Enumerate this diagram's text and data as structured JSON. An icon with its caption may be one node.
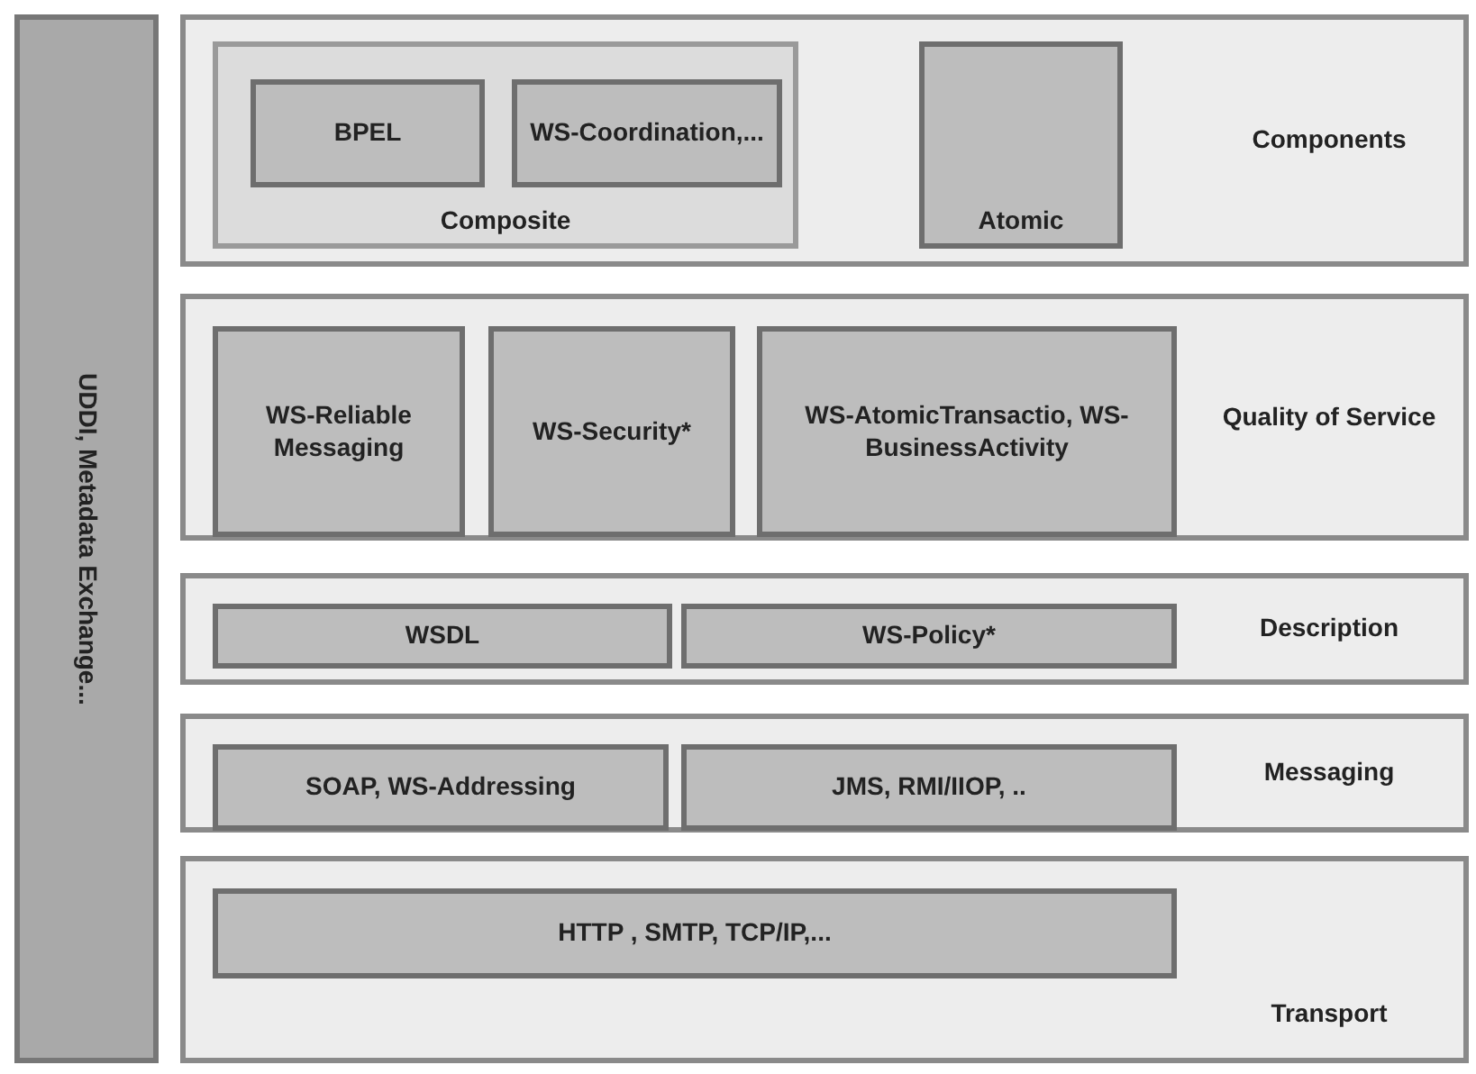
{
  "diagram": {
    "nodes": [
      {
        "text": [
          "UDDI, Metadata Exchange..."
        ]
      },
      {
        "text": [
          "Components"
        ]
      },
      {
        "text": [
          "Composite"
        ],
        "in": 1
      },
      {
        "text": [
          "BPEL"
        ],
        "in": 2
      },
      {
        "text": [
          "WS-Coordination,..."
        ],
        "in": 2
      },
      {
        "text": [
          "Atomic"
        ],
        "in": 1
      },
      {
        "text": [
          "Quality of Service"
        ]
      },
      {
        "text": [
          "WS-Reliable Messaging"
        ],
        "in": 6
      },
      {
        "text": [
          "WS-Security*"
        ],
        "in": 6
      },
      {
        "text": [
          "WS-AtomicTransactio, WS-BusinessActivity"
        ],
        "in": 6
      },
      {
        "text": [
          "Description"
        ]
      },
      {
        "text": [
          "WSDL"
        ],
        "in": 10
      },
      {
        "text": [
          "WS-Policy*"
        ],
        "in": 10
      },
      {
        "text": [
          "Messaging"
        ]
      },
      {
        "text": [
          "SOAP, WS-Addressing"
        ],
        "in": 13
      },
      {
        "text": [
          "JMS, RMI/IIOP, .."
        ],
        "in": 13
      },
      {
        "text": [
          "Transport"
        ]
      },
      {
        "text": [
          "HTTP , SMTP, TCP/IP,..."
        ],
        "in": 16
      }
    ]
  }
}
